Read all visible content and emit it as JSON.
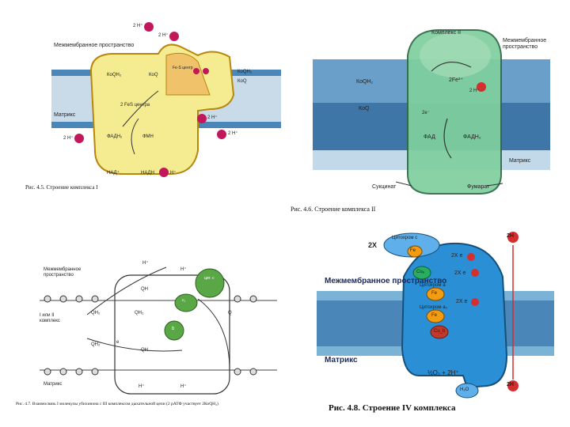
{
  "panel1": {
    "caption": "Рис. 4.5. Строение комплекса I",
    "intermembrane_label": "Межмембранное пространство",
    "matrix_label": "Матрикс",
    "fmn_center": "2 FeS центра",
    "labels": {
      "ko_qh2": "КоQН₂",
      "ko_q": "КоQ",
      "fes_center": "Fe-S центр",
      "fadh2": "ФАДН₂",
      "fmn": "ФМН",
      "nad": "НАД⁺",
      "nadh": "НАДН",
      "h_top": "2 Н⁺",
      "h_top2": "2 Н⁺",
      "h_left": "2 Н⁺",
      "h_right": "2 Н⁺",
      "h_right2": "2 Н⁺",
      "right_ko1": "КоQН₂",
      "right_ko2": "КоQ",
      "h_bottom": "Н⁺"
    }
  },
  "panel2": {
    "title": "Комплекс II",
    "intermembrane_label": "Межмембранное пространство",
    "matrix_label": "Матрикс",
    "caption": "Рис. 4.6. Строение комплекса II",
    "labels": {
      "koqh2": "КоQН₂",
      "koq": "КоQ",
      "two_fe": "2Fe³⁺",
      "two_h": "2 Н⁺",
      "two_e": "2е⁻",
      "fad": "ФАД",
      "fadh2": "ФАДН₂",
      "succinate": "Сукцинат",
      "fumarate": "Фумарат"
    }
  },
  "panel3": {
    "intermembrane_label": "Межмембранное пространство",
    "matrix_label": "Матрикс",
    "left_label": "I или II комплекс",
    "caption": "Рис. 4.7. Взаимосвязь I молекулы убихинона с III комплексом дыхательной цепи (2 рАТФ участвует 2КоQН₂)",
    "labels": {
      "h_top1": "Н⁺",
      "h_top2": "Н⁺",
      "qh2_a": "QН₂",
      "qh2_b": "QН₂",
      "qh_top": "QН",
      "qh2_mid": "QН₂",
      "q_mid": "Q",
      "qh_low": "QН",
      "cyt_c": "цит. c",
      "c1": "c₁",
      "b": "b",
      "bl": "е",
      "h_bot1": "Н⁺",
      "h_bot2": "Н⁺"
    }
  },
  "panel4": {
    "intermembrane_label": "Межмембранное пространство",
    "matrix_label": "Матрикс",
    "caption": "Рис. 4.8. Строение IV комплекса",
    "cyt_c_label": "Цитохром c",
    "labels": {
      "two_x": "2Х",
      "fe": "Fe",
      "two_e_1": "2Х е",
      "cu_a": "Cuₐ",
      "two_e_2": "2Х е",
      "cyt_a": "Цитохром a",
      "fe2": "Fe",
      "two_e_3": "2Х е",
      "cyt_a3": "Цитохром a₃",
      "fe3": "Fe",
      "cu_b": "Cu_b",
      "two_h_top": "2Н",
      "two_h_bot": "2Н",
      "o2_eq": "½O₂ + 2Н⁺",
      "h2o": "Н₂О"
    }
  },
  "colors": {
    "membrane_blue": "#4a86b8",
    "membrane_head": "#7ab3d6",
    "complex1_fill": "#f5ec92",
    "complex2_fill": "#7fcf9e",
    "complex3_green": "#5aa845",
    "complex4_fill": "#2b8fd6",
    "proton_pink": "#c2185b",
    "proton_red": "#d32f2f"
  }
}
